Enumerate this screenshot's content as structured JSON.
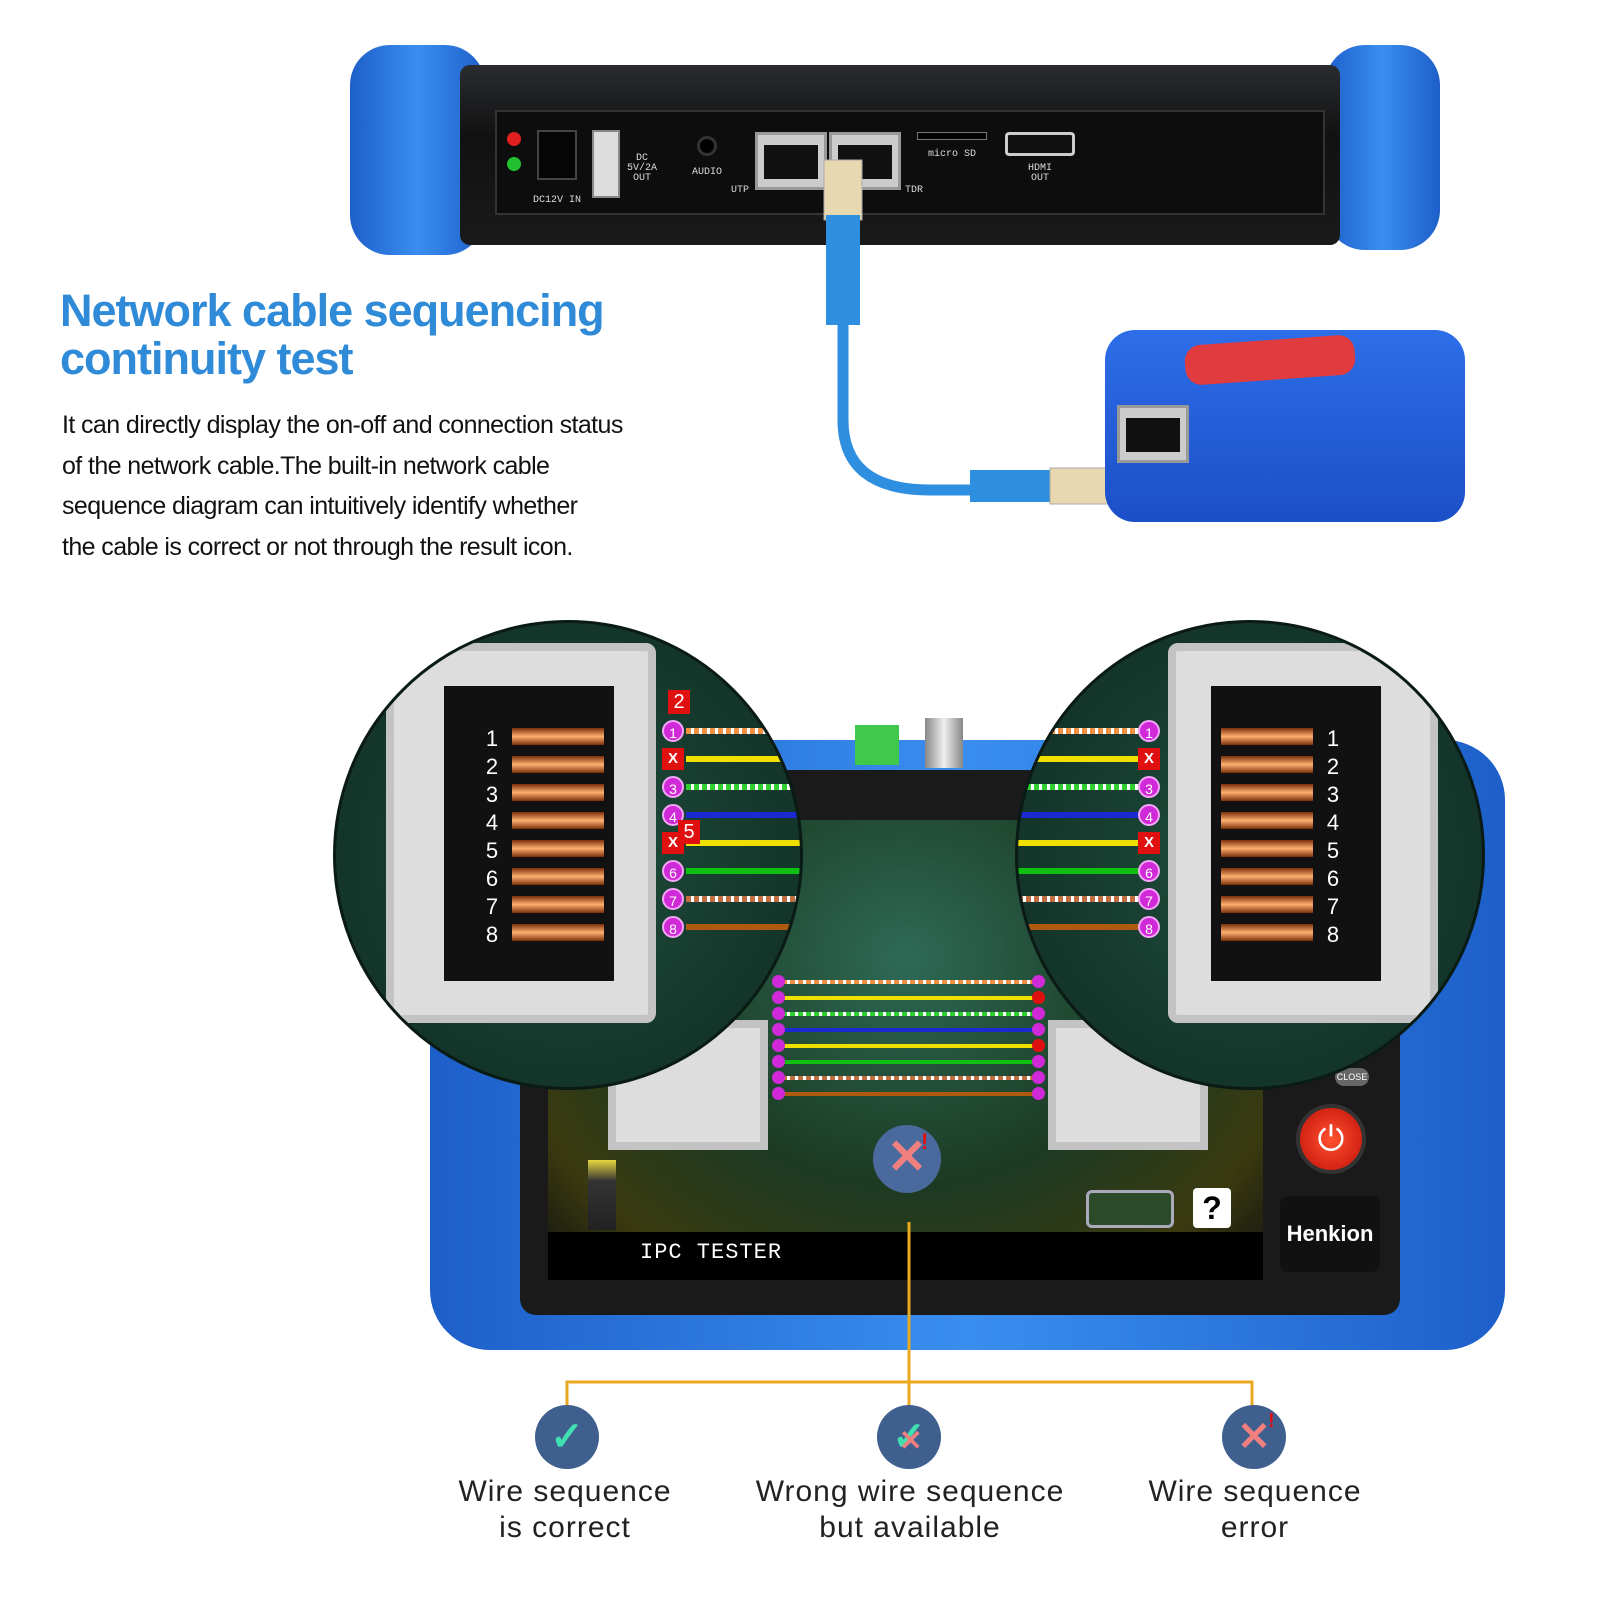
{
  "heading": {
    "line1": "Network cable sequencing",
    "line2": "continuity test"
  },
  "description": [
    "It can directly display the on-off and connection status",
    "of the network cable.The built-in network cable",
    "sequence diagram can intuitively identify whether",
    "the cable is correct or not through the result icon."
  ],
  "ports": {
    "dc_in": "DC12V IN",
    "usb": "DC 5V/2A OUT",
    "audio": "AUDIO",
    "utp": "UTP",
    "tdr": "TDR",
    "microsd": "micro SD",
    "hdmi": "HDMI OUT"
  },
  "screen": {
    "title": "IPC TESTER",
    "brand": "Henkion",
    "close": "CLOSE",
    "help": "?",
    "result_icon": "error-x-icon"
  },
  "pins": [
    {
      "n": "1",
      "color": "#f09040",
      "dashed": true,
      "ok": true
    },
    {
      "n": "2",
      "color": "#f0e000",
      "dashed": false,
      "ok": false
    },
    {
      "n": "3",
      "color": "#30d030",
      "dashed": true,
      "ok": true
    },
    {
      "n": "4",
      "color": "#1a2ad0",
      "dashed": false,
      "ok": true
    },
    {
      "n": "5",
      "color": "#f0e000",
      "dashed": false,
      "ok": false
    },
    {
      "n": "6",
      "color": "#10c010",
      "dashed": false,
      "ok": true
    },
    {
      "n": "7",
      "color": "#c07040",
      "dashed": true,
      "ok": true
    },
    {
      "n": "8",
      "color": "#b05a10",
      "dashed": false,
      "ok": true
    }
  ],
  "callouts": {
    "pin2": "2",
    "pin5": "5",
    "x": "X"
  },
  "legend": [
    {
      "icon": "check-icon",
      "line1": "Wire sequence",
      "line2": "is correct"
    },
    {
      "icon": "check-cross-icon",
      "line1": "Wrong wire sequence",
      "line2": "but available"
    },
    {
      "icon": "cross-icon",
      "line1": "Wire sequence",
      "line2": "error"
    }
  ],
  "colors": {
    "heading": "#2f8ad8",
    "bumper": "#2f7fe8",
    "connector_line": "#e8a820"
  }
}
